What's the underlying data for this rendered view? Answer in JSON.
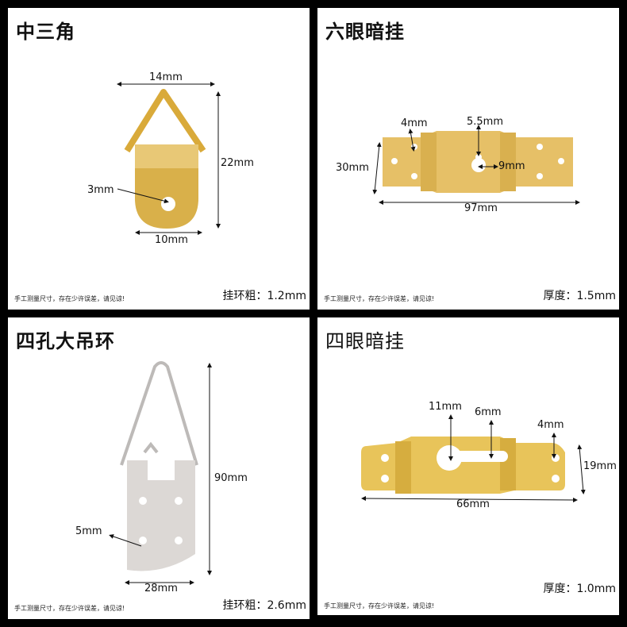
{
  "colors": {
    "gold": "#e6c067",
    "gold_dark": "#c9a13f",
    "silver": "#d9d6d4",
    "background": "#000000",
    "panel": "#ffffff"
  },
  "footer_note": "手工测量尺寸，存在少许误差，请见谅!",
  "panels": [
    {
      "title": "中三角",
      "spec": "挂环粗：1.2mm",
      "dimensions": {
        "top_width": "14mm",
        "height": "22mm",
        "hole": "3mm",
        "bottom_width": "10mm"
      }
    },
    {
      "title": "六眼暗挂",
      "spec": "厚度：1.5mm",
      "dimensions": {
        "small_hole": "4mm",
        "keyhole_top": "5.5mm",
        "keyhole_bottom": "9mm",
        "height": "30mm",
        "width": "97mm"
      }
    },
    {
      "title": "四孔大吊环",
      "spec": "挂环粗：2.6mm",
      "dimensions": {
        "height": "90mm",
        "hole": "5mm",
        "width": "28mm"
      }
    },
    {
      "title": "四眼暗挂",
      "spec": "厚度：1.0mm",
      "dimensions": {
        "large_hole": "11mm",
        "slot": "6mm",
        "small_hole": "4mm",
        "height": "19mm",
        "width": "66mm"
      }
    }
  ]
}
